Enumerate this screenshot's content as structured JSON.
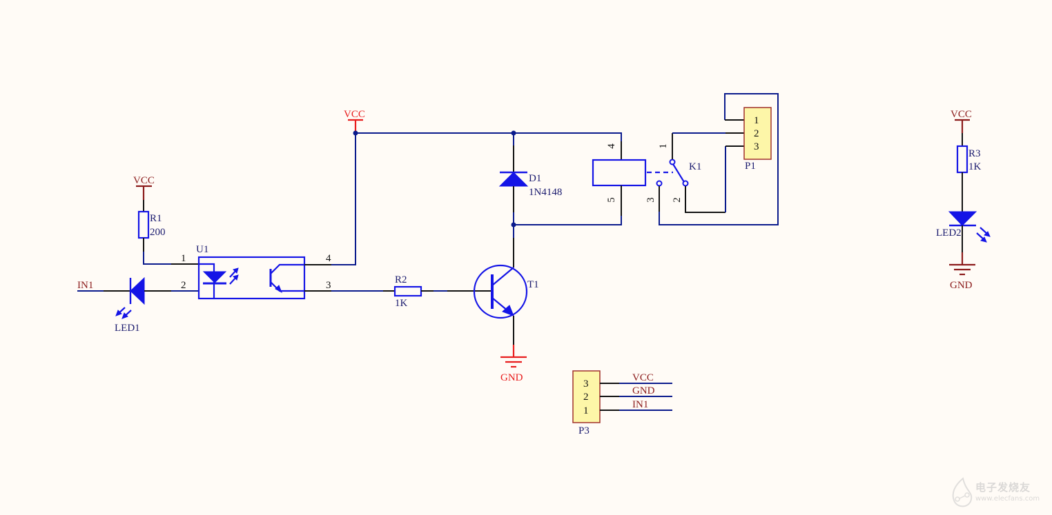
{
  "power_labels": {
    "vcc": "VCC",
    "gnd": "GND"
  },
  "components": {
    "r1": {
      "ref": "R1",
      "value": "200"
    },
    "r2": {
      "ref": "R2",
      "value": "1K"
    },
    "r3": {
      "ref": "R3",
      "value": "1K"
    },
    "led1": {
      "ref": "LED1"
    },
    "led2": {
      "ref": "LED2"
    },
    "u1": {
      "ref": "U1",
      "pins": [
        "1",
        "2",
        "3",
        "4"
      ]
    },
    "d1": {
      "ref": "D1",
      "value": "1N4148"
    },
    "t1": {
      "ref": "T1"
    },
    "k1": {
      "ref": "K1",
      "coil_pins": [
        "4",
        "5"
      ],
      "contact_pins": [
        "1",
        "2",
        "3"
      ]
    },
    "p1": {
      "ref": "P1",
      "pins": [
        "1",
        "2",
        "3"
      ]
    },
    "p3": {
      "ref": "P3",
      "pins": [
        "3",
        "2",
        "1"
      ],
      "nets": [
        "VCC",
        "GND",
        "IN1"
      ]
    }
  },
  "nets": {
    "in1": "IN1"
  },
  "colors": {
    "wire": "#0a1a8c",
    "component": "#1414e6",
    "power_red": "#e81c1c",
    "power_maroon": "#8b1a1a",
    "connector_fill": "#fdf6a8",
    "background": "#fffbf6"
  },
  "watermark": {
    "title": "电子发烧友",
    "url": "www.elecfans.com"
  }
}
